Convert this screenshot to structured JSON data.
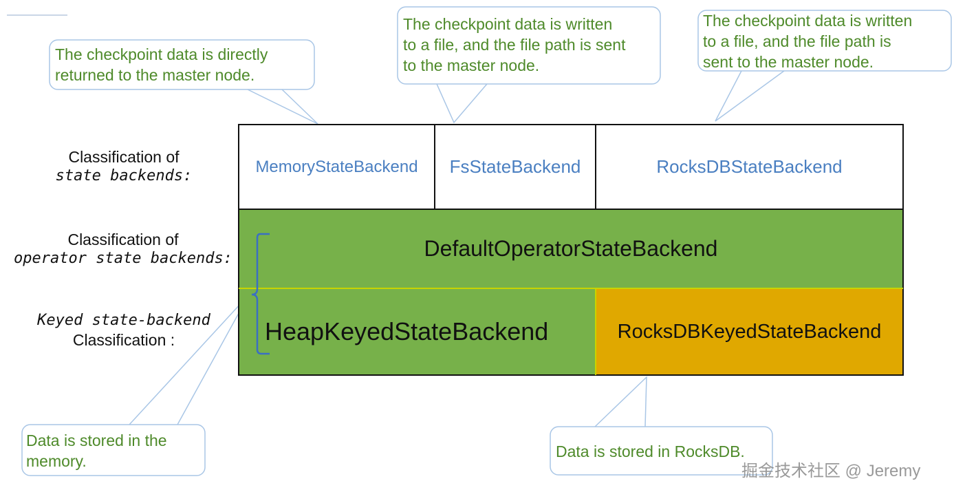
{
  "callouts": {
    "memory_checkpoint": [
      "The checkpoint data is directly",
      "returned to the master node."
    ],
    "fs_checkpoint": [
      "The checkpoint data is written",
      "to a file, and the file path is sent",
      "to the master node."
    ],
    "rocksdb_checkpoint": [
      "The checkpoint data is written",
      "to a file, and the file path is",
      "sent to the master node."
    ],
    "heap_storage": [
      "Data is stored in the",
      "memory."
    ],
    "rocksdb_storage": [
      "Data is stored in RocksDB."
    ]
  },
  "row_labels": {
    "state_backends": [
      "Classification of",
      "state backends:"
    ],
    "operator_state_backends": [
      "Classification of",
      "operator state backends:"
    ],
    "keyed_state_backend": [
      "Keyed state-backend",
      "Classification :"
    ]
  },
  "state_backends": [
    "MemoryStateBackend",
    "FsStateBackend",
    "RocksDBStateBackend"
  ],
  "operator_backend": "DefaultOperatorStateBackend",
  "keyed_backends": [
    "HeapKeyedStateBackend",
    "RocksDBKeyedStateBackend"
  ],
  "watermark": "掘金技术社区 @ Jeremy",
  "colors": {
    "green_fill": "#77b14a",
    "orange_fill": "#e0a800",
    "callout_text": "#4e8a2a",
    "callout_border": "#a9c6e6",
    "link_blue": "#4a7fc1",
    "brace_blue": "#3a6fc4"
  }
}
